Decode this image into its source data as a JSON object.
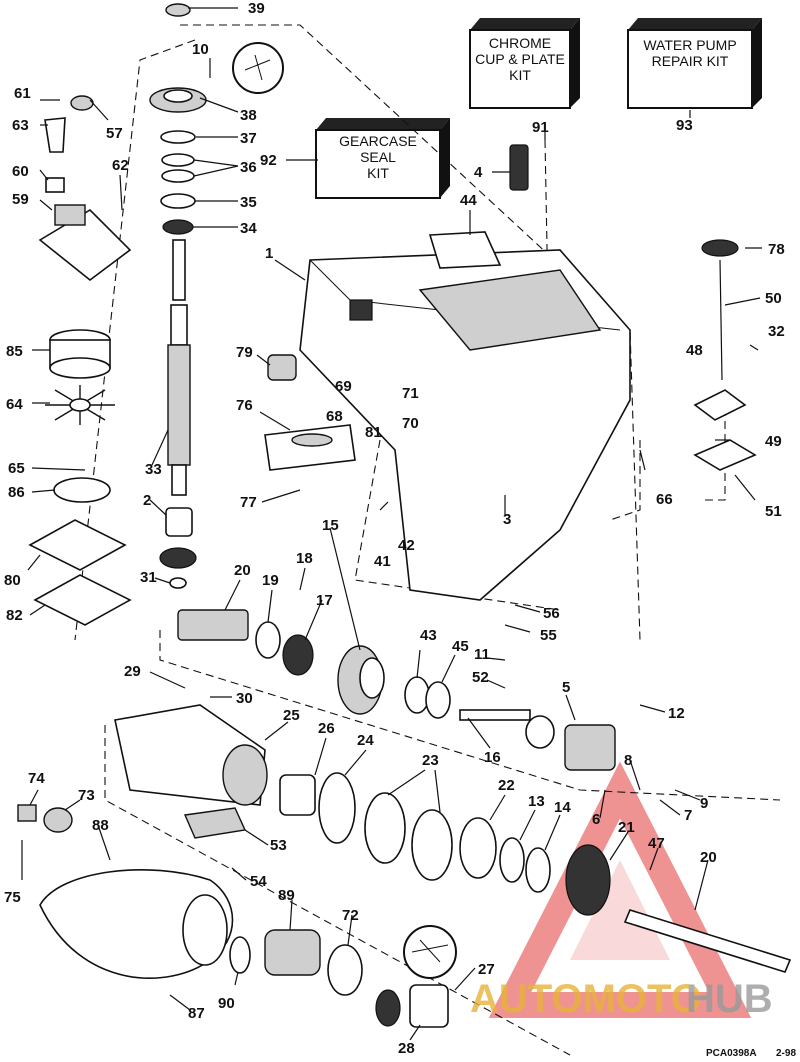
{
  "kits": {
    "chrome": [
      "CHROME",
      "CUP & PLATE",
      "KIT"
    ],
    "water_pump": [
      "WATER PUMP",
      "REPAIR KIT"
    ],
    "gearcase_seal": [
      "GEARCASE",
      "SEAL",
      "KIT"
    ]
  },
  "callouts": {
    "c1": "1",
    "c2": "2",
    "c3": "3",
    "c4": "4",
    "c5": "5",
    "c6": "6",
    "c7": "7",
    "c8": "8",
    "c9": "9",
    "c10": "10",
    "c11": "11",
    "c12": "12",
    "c13": "13",
    "c14": "14",
    "c15": "15",
    "c16": "16",
    "c17": "17",
    "c18": "18",
    "c19": "19",
    "c20a": "20",
    "c20b": "20",
    "c21": "21",
    "c22": "22",
    "c23": "23",
    "c24": "24",
    "c25": "25",
    "c26": "26",
    "c27": "27",
    "c28": "28",
    "c29": "29",
    "c30": "30",
    "c31": "31",
    "c32": "32",
    "c33": "33",
    "c34": "34",
    "c35": "35",
    "c36": "36",
    "c37": "37",
    "c38": "38",
    "c39": "39",
    "c41": "41",
    "c42": "42",
    "c43": "43",
    "c44": "44",
    "c45": "45",
    "c47": "47",
    "c48": "48",
    "c49": "49",
    "c50": "50",
    "c51": "51",
    "c52": "52",
    "c53": "53",
    "c54": "54",
    "c55": "55",
    "c56": "56",
    "c57": "57",
    "c59": "59",
    "c60": "60",
    "c61": "61",
    "c62": "62",
    "c63": "63",
    "c64": "64",
    "c65": "65",
    "c66": "66",
    "c68": "68",
    "c69": "69",
    "c70": "70",
    "c71": "71",
    "c72": "72",
    "c73": "73",
    "c74": "74",
    "c75": "75",
    "c76": "76",
    "c77": "77",
    "c78": "78",
    "c79": "79",
    "c80": "80",
    "c81": "81",
    "c82": "82",
    "c85": "85",
    "c86": "86",
    "c87": "87",
    "c88": "88",
    "c89": "89",
    "c90": "90",
    "c91": "91",
    "c92": "92",
    "c93": "93"
  },
  "footer": {
    "ref_code": "PCA0398A",
    "ref_date": "2-98"
  },
  "watermark": {
    "part1": "AUTOMOTO",
    "part2": "HUB"
  },
  "colors": {
    "ink": "#111111",
    "watermark_red": "#e23a3a",
    "watermark_gold": "#e8b33a"
  }
}
